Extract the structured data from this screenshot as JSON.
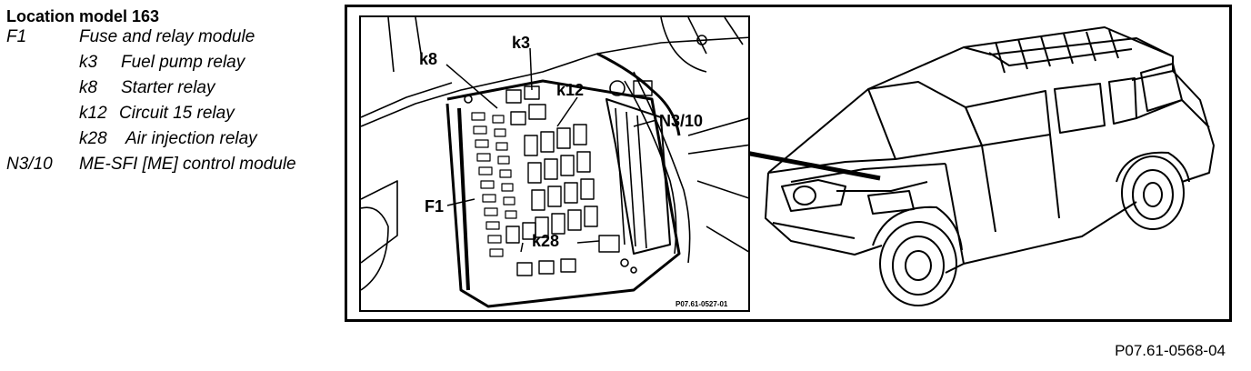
{
  "legend": {
    "title": "Location model 163",
    "items": [
      {
        "code": "F1",
        "desc": "Fuse and relay module"
      },
      {
        "code": "k3",
        "desc": "Fuel pump relay"
      },
      {
        "code": "k8",
        "desc": "Starter relay"
      },
      {
        "code": "k12",
        "desc": "Circuit 15 relay"
      },
      {
        "code": "k28",
        "desc": "Air injection relay"
      },
      {
        "code": "N3/10",
        "desc": "ME-SFI [ME] control module"
      }
    ]
  },
  "diagram": {
    "callouts": {
      "k3": "k3",
      "k8": "k8",
      "k12": "k12",
      "n310": "N3/10",
      "f1": "F1",
      "k28": "k28"
    },
    "inset_figure_code": "P07.61-0527-01"
  },
  "figure_code": "P07.61-0568-04"
}
